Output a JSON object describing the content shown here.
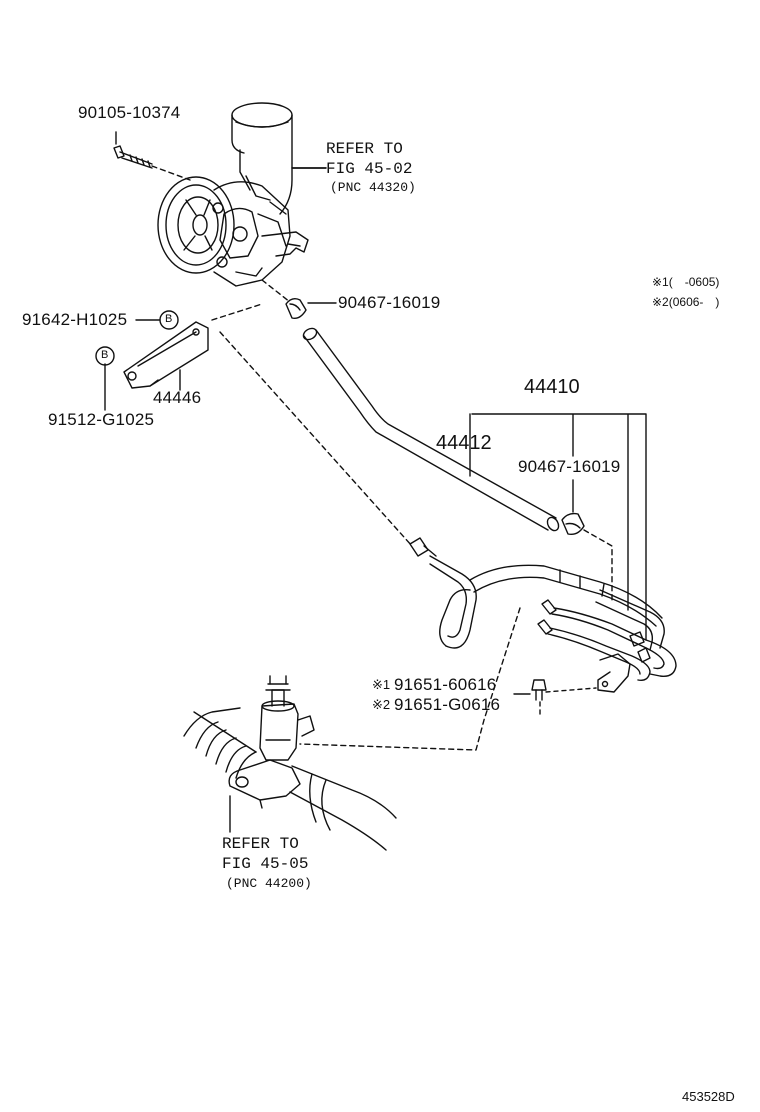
{
  "diagram": {
    "parts": [
      {
        "id": "p_90105",
        "label": "90105-10374"
      },
      {
        "id": "p_91642",
        "label": "91642-H1025"
      },
      {
        "id": "p_91512",
        "label": "91512-G1025"
      },
      {
        "id": "p_44446",
        "label": "44446"
      },
      {
        "id": "p_90467_a",
        "label": "90467-16019"
      },
      {
        "id": "p_44410",
        "label": "44410"
      },
      {
        "id": "p_44412",
        "label": "44412"
      },
      {
        "id": "p_90467_b",
        "label": "90467-16019"
      },
      {
        "id": "p_91651_1",
        "label": "91651-60616"
      },
      {
        "id": "p_91651_2",
        "label": "91651-G0616"
      }
    ],
    "refs": [
      {
        "line1": "REFER TO",
        "line2": "FIG 45-02",
        "line3": "(PNC 44320)"
      },
      {
        "line1": "REFER TO",
        "line2": "FIG 45-05",
        "line3": "(PNC 44200)"
      }
    ],
    "markers": {
      "b_symbol": "B",
      "note1": "※1(　-0605)",
      "note2": "※2(0606-　)",
      "mark1": "※1",
      "mark2": "※2"
    },
    "figure_code": "453528D"
  }
}
